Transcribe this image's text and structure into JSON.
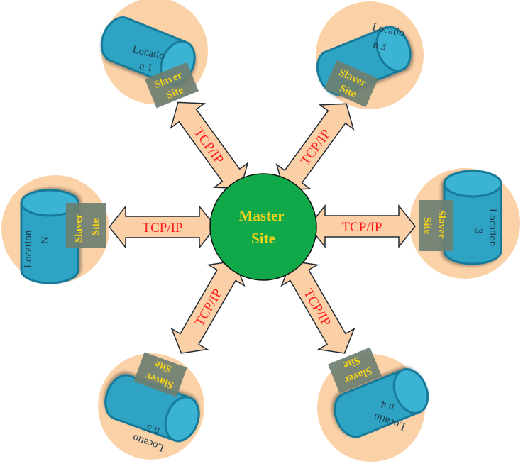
{
  "colors": {
    "background": "#ffffff",
    "halo": "#fbd2a8",
    "halo_edge": "#f5bd85",
    "cylinder": "#2fa3c3",
    "cylinder_dark": "#157a98",
    "cylinder_top": "#3ab3d3",
    "slave_box": "#6e7f72",
    "slave_text": "#f2d21b",
    "master_fill": "#11a84a",
    "master_text": "#f2d21b",
    "arrow_fill": "#fcd0a6",
    "arrow_stroke": "#1f2a35",
    "arrow_text": "#ff1a1a"
  },
  "master": {
    "line1": "Master",
    "line2": "Site"
  },
  "link_label": "TCP/IP",
  "sites": [
    {
      "id": "top-left",
      "loc_line1": "Locatio",
      "loc_line2": "n 1",
      "slave_line1": "Slaver",
      "slave_line2": "Site"
    },
    {
      "id": "top-right",
      "loc_line1": "Locatio",
      "loc_line2": "n 3",
      "slave_line1": "Slaver",
      "slave_line2": "Site"
    },
    {
      "id": "left",
      "loc_line1": "Location",
      "loc_line2": "N",
      "slave_line1": "Slaver",
      "slave_line2": "Site"
    },
    {
      "id": "right",
      "loc_line1": "Location",
      "loc_line2": "3",
      "slave_line1": "Slaver",
      "slave_line2": "Site"
    },
    {
      "id": "bottom-left",
      "loc_line1": "Locatio",
      "loc_line2": "n 5",
      "slave_line1": "Slaver",
      "slave_line2": "Site"
    },
    {
      "id": "bottom-right",
      "loc_line1": "Locatio",
      "loc_line2": "n 4",
      "slave_line1": "Slaver",
      "slave_line2": "Site"
    }
  ]
}
